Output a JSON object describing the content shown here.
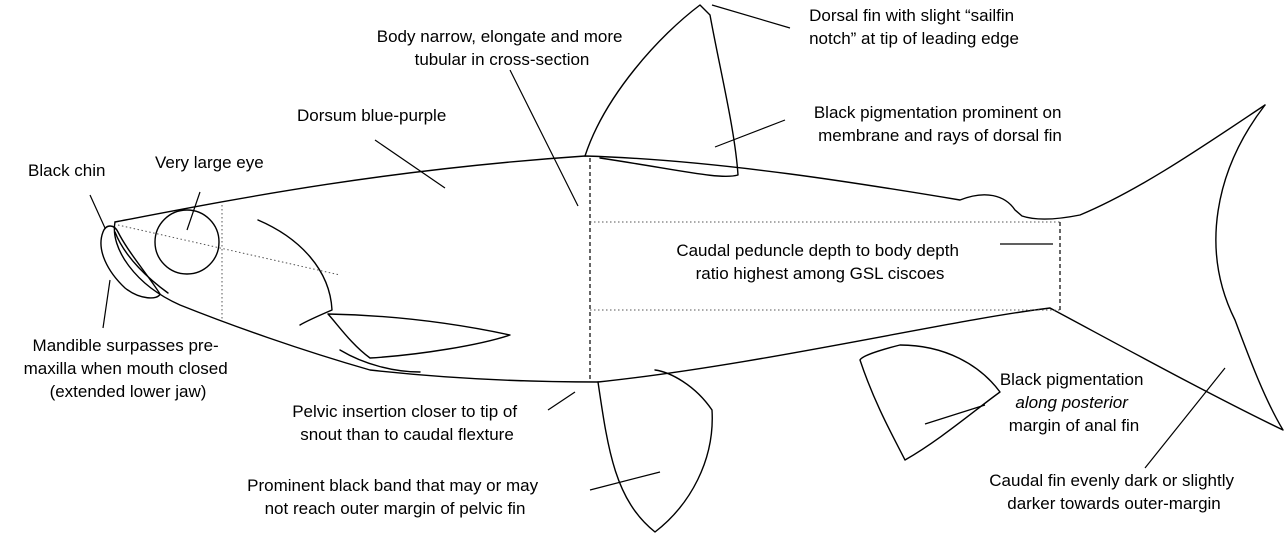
{
  "annotations": {
    "black_chin": [
      "Black chin"
    ],
    "large_eye": [
      "Very large eye"
    ],
    "dorsum": [
      "Dorsum blue-purple"
    ],
    "body_shape": [
      "Body narrow, elongate and more",
      "tubular in cross-section"
    ],
    "dorsal_notch": [
      "Dorsal fin with slight “sailfin",
      "notch” at tip of leading edge"
    ],
    "dorsal_pigment": [
      "Black pigmentation prominent on",
      "membrane and rays of dorsal fin"
    ],
    "peduncle": [
      "Caudal peduncle depth to body depth",
      "ratio highest among GSL ciscoes"
    ],
    "mandible": [
      "Mandible surpasses pre-",
      "maxilla when mouth closed",
      "(extended lower jaw)"
    ],
    "pelvic_insertion": [
      "Pelvic insertion closer to tip of",
      "snout than to caudal flexture"
    ],
    "pelvic_band": [
      "Prominent black band that may or may",
      "not reach outer margin of pelvic fin"
    ],
    "anal_pigment": [
      "Black pigmentation",
      "along posterior",
      "margin of anal fin"
    ],
    "caudal": [
      "Caudal fin evenly dark or slightly",
      "darker towards outer-margin"
    ]
  },
  "colors": {
    "line": "#000000",
    "background": "#ffffff"
  }
}
